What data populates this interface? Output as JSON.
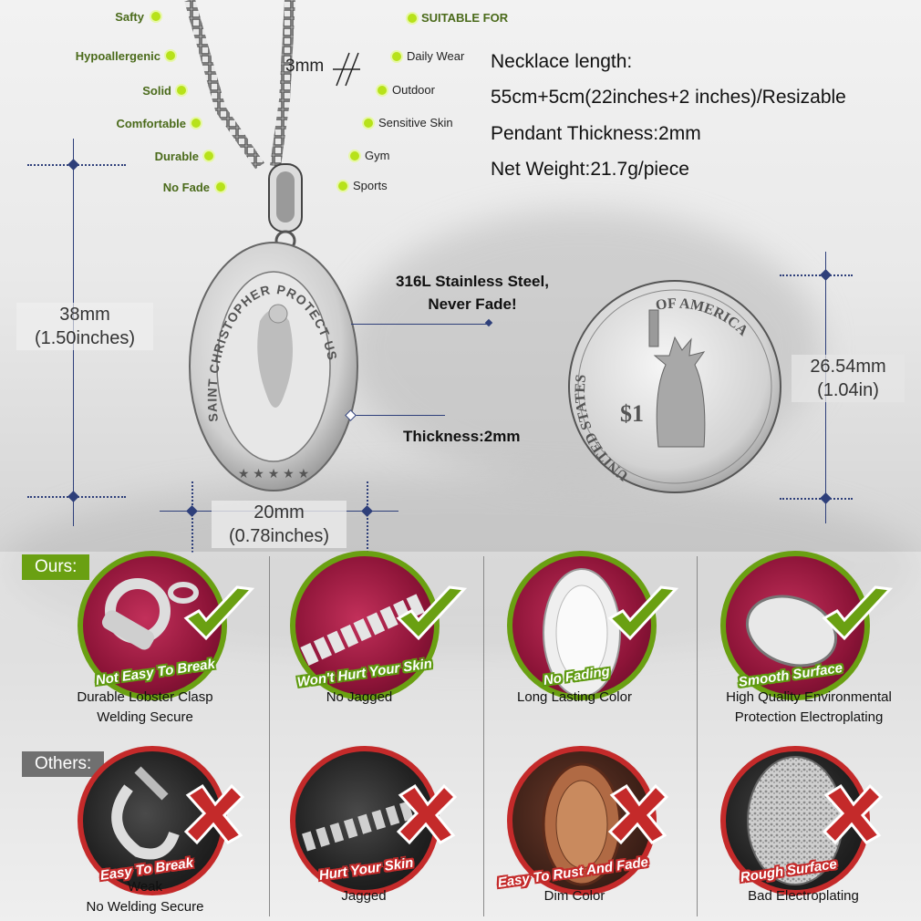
{
  "features_left": [
    "Safty",
    "Hypoallergenic",
    "Solid",
    "Comfortable",
    "Durable",
    "No Fade"
  ],
  "features_right_title": "SUITABLE FOR",
  "features_right": [
    "Daily Wear",
    "Outdoor",
    "Sensitive Skin",
    "Gym",
    "Sports"
  ],
  "chain_width": "3mm",
  "specs": [
    "Necklace length:",
    "55cm+5cm(22inches+2 inches)/Resizable",
    "Pendant Thickness:2mm",
    "Net Weight:21.7g/piece"
  ],
  "pendant": {
    "engraving": "SAINT CHRISTOPHER PROTECT US",
    "height_mm": "38mm",
    "height_in": "(1.50inches)",
    "width_mm": "20mm",
    "width_in": "(0.78inches)"
  },
  "callouts": {
    "material_line1": "316L Stainless Steel,",
    "material_line2": "Never Fade!",
    "thickness": "Thickness:2mm"
  },
  "coin": {
    "top_text": "OF AMERICA",
    "left_text": "UNITED STATES",
    "denomination": "$1",
    "size_mm": "26.54mm",
    "size_in": "(1.04in)"
  },
  "comparison": {
    "ours_label": "Ours:",
    "others_label": "Others:",
    "ours": [
      {
        "tag": "Not Easy To Break",
        "caption": [
          "Durable Lobster Clasp",
          "Welding Secure"
        ]
      },
      {
        "tag": "Won't Hurt Your Skin",
        "caption": [
          "No Jagged"
        ]
      },
      {
        "tag": "No Fading",
        "caption": [
          "Long Lasting Color"
        ]
      },
      {
        "tag": "Smooth Surface",
        "caption": [
          "High Quality Environmental",
          "Protection Electroplating"
        ]
      }
    ],
    "others": [
      {
        "tag": "Easy To Break",
        "caption": [
          "Weak",
          "No Welding Secure"
        ]
      },
      {
        "tag": "Hurt Your Skin",
        "caption": [
          "Jagged"
        ]
      },
      {
        "tag": "Easy To Rust And Fade",
        "caption": [
          "Dim Color"
        ]
      },
      {
        "tag": "Rough Surface",
        "caption": [
          "Bad Electroplating"
        ]
      }
    ]
  },
  "colors": {
    "green": "#6aa012",
    "red": "#c42a2a",
    "accent_dot": "#b7e21a",
    "dimension_line": "#2e3f7a"
  }
}
